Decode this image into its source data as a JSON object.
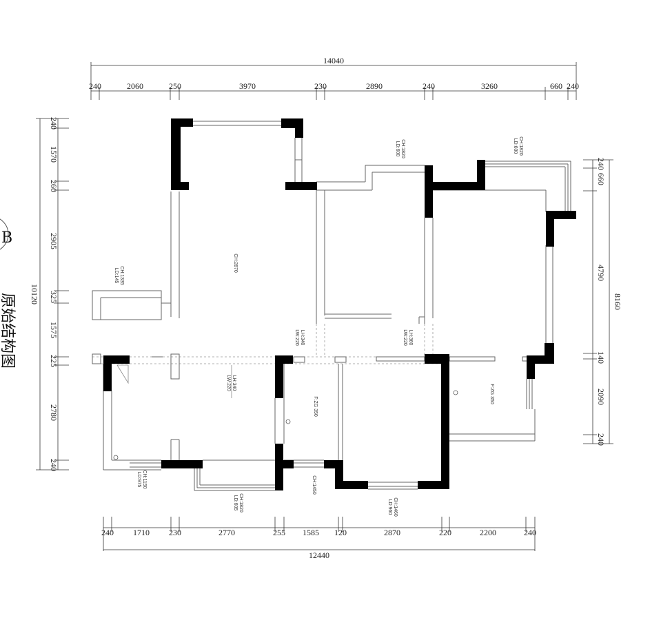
{
  "title": "原始结构图",
  "title_badge": "B",
  "dimensions": {
    "top_total": "14040",
    "top": [
      "240",
      "2060",
      "250",
      "3970",
      "230",
      "2890",
      "240",
      "3260",
      "660",
      "240"
    ],
    "bottom_total": "12440",
    "bottom": [
      "240",
      "1710",
      "230",
      "2770",
      "255",
      "1585",
      "120",
      "2870",
      "220",
      "2200",
      "240"
    ],
    "left_total": "10120",
    "left": [
      "240",
      "1570",
      "260",
      "2905",
      "325",
      "1575",
      "225",
      "2780",
      "240"
    ],
    "right_total": "8160",
    "right": [
      "240",
      "660",
      "4790",
      "140",
      "2090",
      "240"
    ]
  },
  "labels": {
    "ch_living": "CH:2870",
    "window_left": [
      "CH:1335",
      "LD:145"
    ],
    "window_top_mid": [
      "CH:1820",
      "LD:600"
    ],
    "window_top_right": [
      "CH:1820",
      "LD:600"
    ],
    "door_mid_left": [
      "LH:340",
      "LW:220"
    ],
    "door_mid_right": [
      "LH:360",
      "LW:220"
    ],
    "beam_lower": [
      "LH:340",
      "LW:220"
    ],
    "floor_mid": "F:ZG 350",
    "floor_right": "F:ZG 350",
    "window_bottom_left": [
      "CH:1150",
      "LD:975"
    ],
    "window_bottom_mid": [
      "CH:1820",
      "LD:605"
    ],
    "window_bottom_center": "CH:1450",
    "window_bottom_right": [
      "CH:1460",
      "LD:960"
    ]
  }
}
